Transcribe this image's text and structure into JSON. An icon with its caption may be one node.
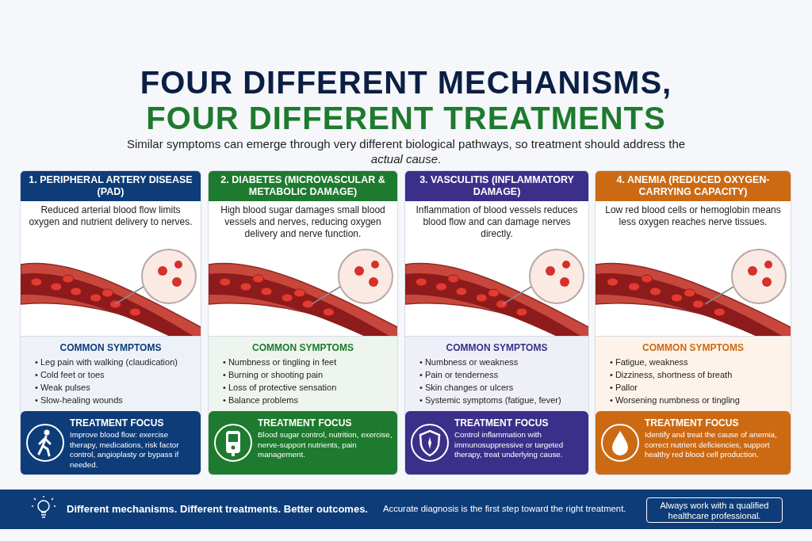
{
  "diagram": {
    "nodes": [
      {
        "text": [
          "1. PERIPHERAL ARTERY DISEASE (PAD)",
          "Reduced arterial blood flow limits oxygen and nutrient delivery to nerves."
        ]
      },
      {
        "text": [
          "COMMON SYMPTOMS",
          "• Leg pain with walking (claudication)",
          "• Cold feet or toes",
          "• Weak pulses",
          "• Slow-healing wounds"
        ],
        "in": 0
      },
      {
        "text": [
          "TREATMENT FOCUS",
          "Improve blood flow: exercise therapy, medications, risk factor control, angioplasty or bypass if needed."
        ],
        "in": 0
      },
      {
        "text": [
          "2. DIABETES (MICROVASCULAR & METABOLIC DAMAGE)",
          "High blood sugar damages small blood vessels and nerves, reducing oxygen delivery and nerve function."
        ]
      },
      {
        "text": [
          "COMMON SYMPTOMS",
          "• Numbness or tingling in feet",
          "• Burning or shooting pain",
          "• Loss of protective sensation",
          "• Balance problems"
        ],
        "in": 3
      },
      {
        "text": [
          "TREATMENT FOCUS",
          "Blood sugar control, nutrition, exercise, nerve-support nutrients, pain management."
        ],
        "in": 3
      },
      {
        "text": [
          "3. VASCULITIS (INFLAMMATORY DAMAGE)",
          "Inflammation of blood vessels reduces blood flow and can damage nerves directly."
        ]
      },
      {
        "text": [
          "COMMON SYMPTOMS",
          "• Numbness or weakness",
          "• Pain or tenderness",
          "• Skin changes or ulcers",
          "• Systemic symptoms (fatigue, fever)"
        ],
        "in": 6
      },
      {
        "text": [
          "TREATMENT FOCUS",
          "Control inflammation with immunosuppressive or targeted therapy, treat underlying cause."
        ],
        "in": 6
      },
      {
        "text": [
          "4. ANEMIA (REDUCED OXYGEN-CARRYING CAPACITY)",
          "Low red blood cells or hemoglobin means less oxygen reaches nerve tissues."
        ]
      },
      {
        "text": [
          "COMMON SYMPTOMS",
          "• Fatigue, weakness",
          "• Dizziness, shortness of breath",
          "• Pallor",
          "• Worsening numbness or tingling"
        ],
        "in": 9
      },
      {
        "text": [
          "TREATMENT FOCUS",
          "Identify and treat the cause of anemia, correct nutrient deficiencies, support healthy red blood cell production."
        ],
        "in": 9
      },
      {
        "text": [
          "Different mechanisms. Different treatments. Better outcomes.",
          "Accurate diagnosis is the first step toward the right treatment."
        ]
      },
      {
        "text": [
          "Always work with a qualified healthcare professional."
        ],
        "in": 12
      }
    ],
    "labels": [
      "FOUR DIFFERENT MECHANISMS,",
      "FOUR DIFFERENT TREATMENTS",
      "Similar symptoms can emerge through very different biological pathways, so treatment should address the *actual cause*."
    ]
  }
}
